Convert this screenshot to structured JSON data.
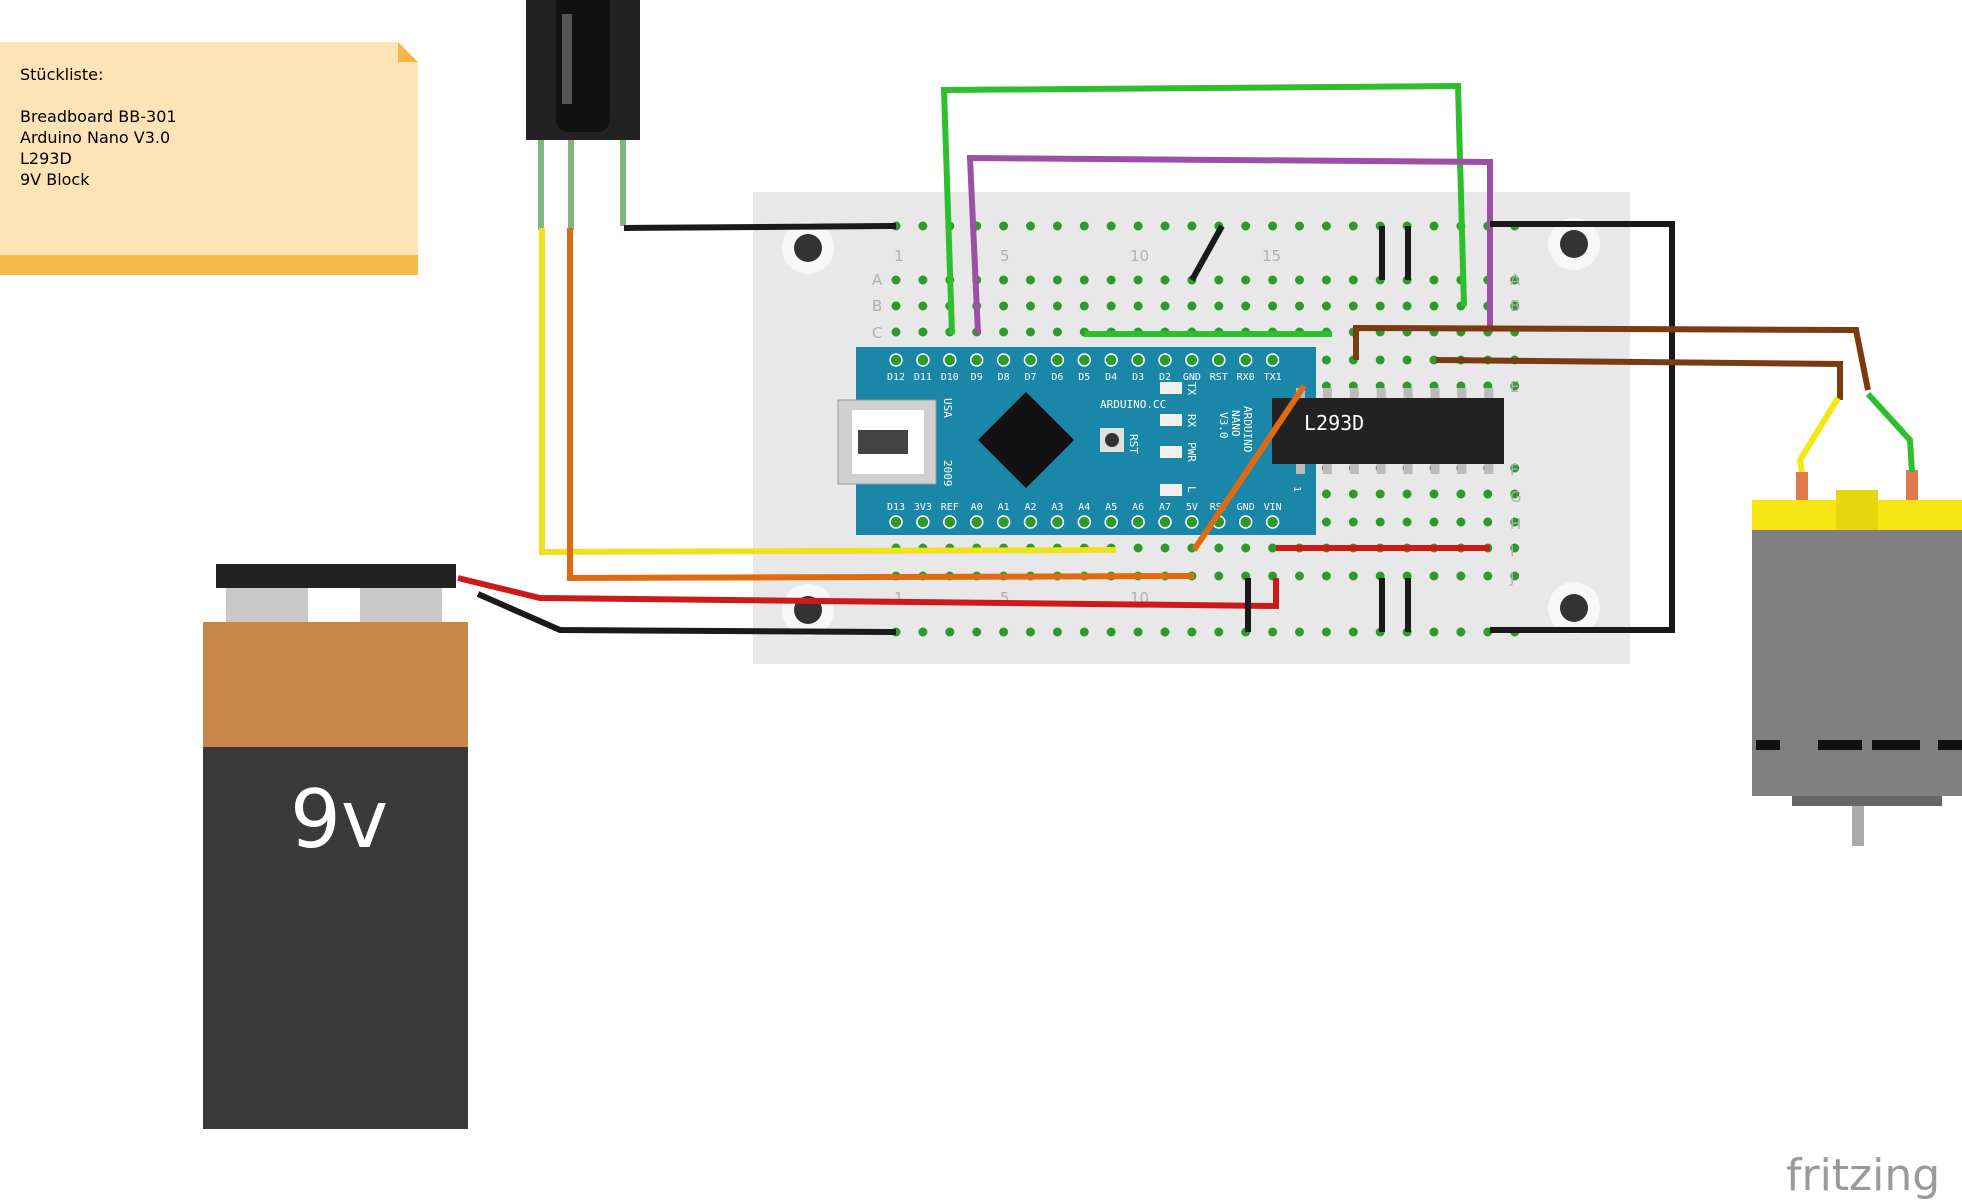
{
  "note": {
    "title": "Stückliste:",
    "items": [
      "Breadboard BB-301",
      "Arduino Nano V3.0",
      "L293D",
      "9V Block"
    ]
  },
  "breadboard": {
    "row_letters": [
      "A",
      "B",
      "C",
      "E",
      "F",
      "G",
      "H",
      "I",
      "J"
    ],
    "col_numbers": [
      "1",
      "5",
      "10",
      "15"
    ],
    "bottom_numbers": [
      "1",
      "5",
      "10"
    ]
  },
  "arduino": {
    "top_pins": [
      "D12",
      "D11",
      "D10",
      "D9",
      "D8",
      "D7",
      "D6",
      "D5",
      "D4",
      "D3",
      "D2",
      "GND",
      "RST",
      "RX0",
      "TX1"
    ],
    "bottom_pins": [
      "D13",
      "3V3",
      "REF",
      "A0",
      "A1",
      "A2",
      "A3",
      "A4",
      "A5",
      "A6",
      "A7",
      "5V",
      "RST",
      "GND",
      "VIN"
    ],
    "usa": "USA",
    "year": "2009",
    "site": "ARDUINO.CC",
    "name_lines": [
      "ARDUINO",
      "NANO",
      "V3.0"
    ],
    "led_labels": [
      "TX",
      "RX",
      "PWR",
      "L"
    ],
    "rst_label": "RST"
  },
  "chip": {
    "label": "L293D",
    "pin1": "1"
  },
  "battery": {
    "label": "9v"
  },
  "brand": {
    "label": "fritzing"
  },
  "colors": {
    "board_blue": "#1a87a8",
    "breadboard": "#e8e8e8",
    "note_bg": "#fde3b6",
    "wire_green": "#2dbf2d",
    "wire_purple": "#9b4fa5",
    "wire_yellow": "#f0e21a",
    "wire_orange": "#e06a10",
    "wire_red": "#cc1a1a",
    "wire_black": "#1a1a1a",
    "wire_brown": "#7a3b10",
    "motor_yellow": "#f5e614"
  }
}
